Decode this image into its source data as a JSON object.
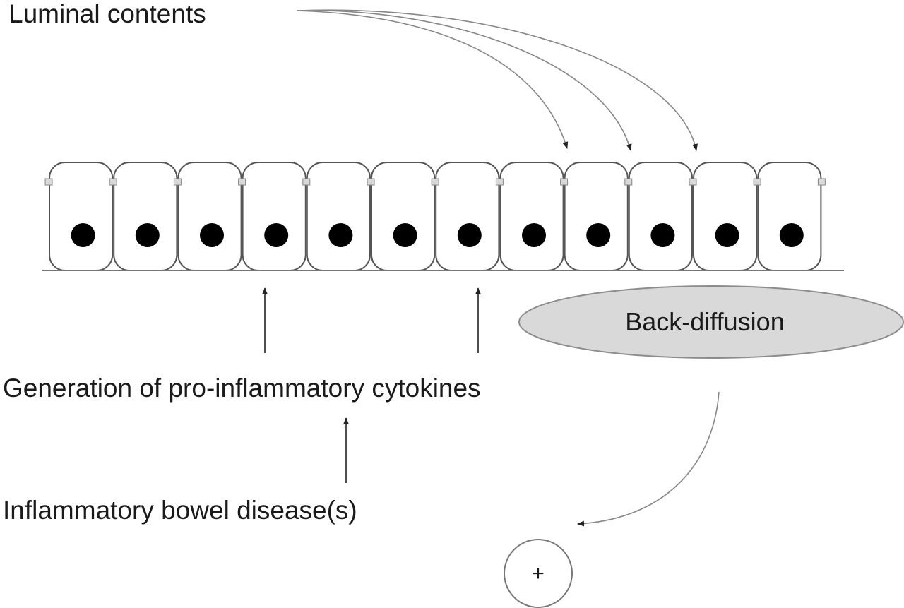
{
  "labels": {
    "luminal_contents": "Luminal contents",
    "back_diffusion": "Back-diffusion",
    "cytokines": "Generation of pro-inflammatory cytokines",
    "ibd": "Inflammatory bowel disease(s)",
    "plus_sign": "+"
  },
  "epithelium": {
    "cell_count": 12,
    "nucleus_color": "#000000",
    "cell_outline_color": "#555555"
  },
  "colors": {
    "ellipse_fill": "#d9d9d9",
    "ellipse_stroke": "#8c8c8c",
    "arrow_dark": "#222222",
    "arrow_light": "#888888"
  }
}
